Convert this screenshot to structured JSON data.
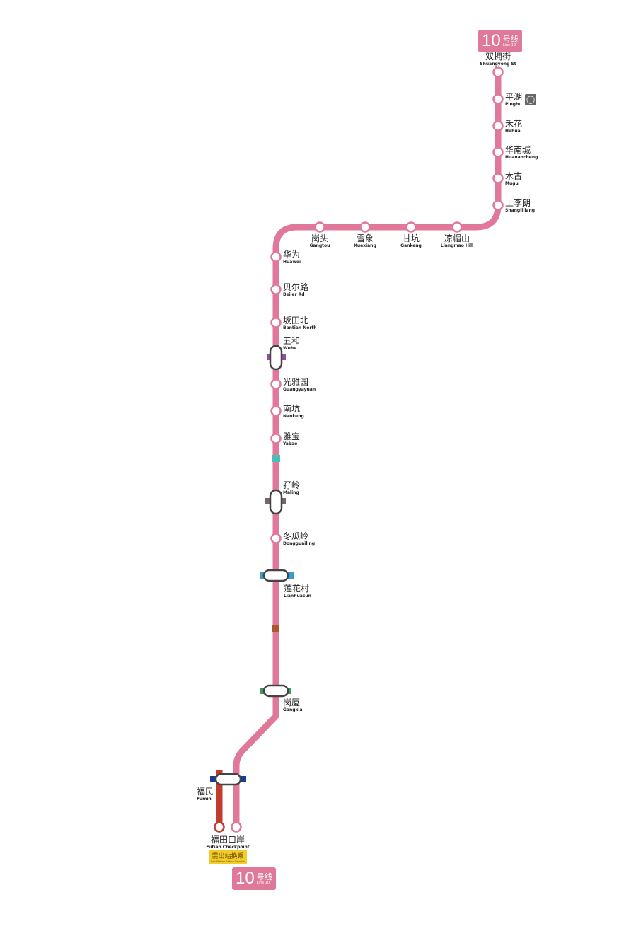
{
  "line": {
    "number": "10",
    "name_zh": "号线",
    "name_en": "Line 10",
    "color": "#e0789a"
  },
  "stations": [
    {
      "zh": "双拥街",
      "en": "Shuangyong St"
    },
    {
      "zh": "平湖",
      "en": "Pinghu",
      "icon": "railway-station-icon"
    },
    {
      "zh": "禾花",
      "en": "Hehua"
    },
    {
      "zh": "华南城",
      "en": "Huanancheng"
    },
    {
      "zh": "木古",
      "en": "Mugu"
    },
    {
      "zh": "上李朗",
      "en": "Shangliliang"
    },
    {
      "zh": "凉帽山",
      "en": "Liangmao Hill"
    },
    {
      "zh": "甘坑",
      "en": "Gankeng"
    },
    {
      "zh": "雪象",
      "en": "Xuexiang"
    },
    {
      "zh": "岗头",
      "en": "Gangtou"
    },
    {
      "zh": "华为",
      "en": "Huawei"
    },
    {
      "zh": "贝尔路",
      "en": "Bei'er Rd"
    },
    {
      "zh": "坂田北",
      "en": "Bantian North"
    },
    {
      "zh": "五和",
      "en": "Wuhe",
      "transfer_color": "#8e4fa3"
    },
    {
      "zh": "光雅园",
      "en": "Guangyayuan"
    },
    {
      "zh": "南坑",
      "en": "Nankeng"
    },
    {
      "zh": "雅宝",
      "en": "Yabao"
    },
    {
      "zh": "孖岭",
      "en": "Maling",
      "transfer_color": "#7a6468"
    },
    {
      "zh": "冬瓜岭",
      "en": "Dongguailing"
    },
    {
      "zh": "莲花村",
      "en": "Lianhuacun",
      "transfer_color": "#3a9bd0"
    },
    {
      "zh": "岗厦",
      "en": "Gangxia",
      "transfer_color": "#3e9a5a"
    },
    {
      "zh": "福民",
      "en": "Fumin",
      "transfer_color": "#1f3a93"
    },
    {
      "zh": "福田口岸",
      "en": "Futian Checkpoint",
      "transfer_color": "#c23b2e"
    }
  ],
  "crossing_marks": [
    "#4bbfb6",
    "#a85a2a"
  ],
  "transfer_note": {
    "zh": "需出站换乘",
    "en": "Exit Station Before Transfer"
  }
}
